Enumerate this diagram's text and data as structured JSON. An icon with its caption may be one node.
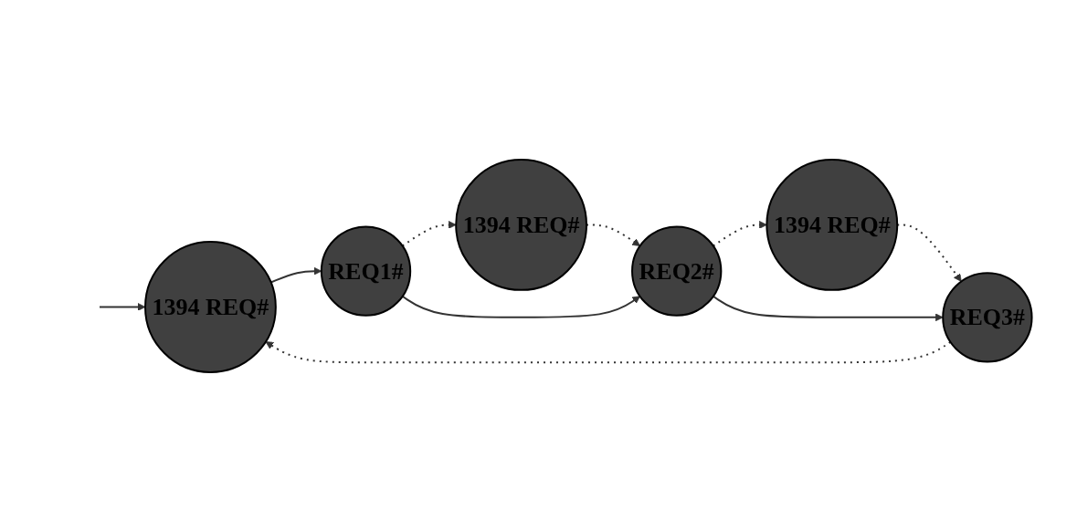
{
  "diagram": {
    "nodes": [
      {
        "text": [
          "1394 REQ#"
        ]
      },
      {
        "text": [
          "REQ1#"
        ]
      },
      {
        "text": [
          "1394 REQ#"
        ]
      },
      {
        "text": [
          "REQ2#"
        ]
      },
      {
        "text": [
          "1394 REQ#"
        ]
      },
      {
        "text": [
          "REQ3#"
        ]
      }
    ],
    "edges": [
      {
        "from": null,
        "to": 0,
        "arrow": "to"
      },
      {
        "from": 0,
        "to": 1,
        "arrow": "to"
      },
      {
        "from": 1,
        "to": 2,
        "arrow": "to",
        "style": "dashed"
      },
      {
        "from": 2,
        "to": 3,
        "arrow": "to",
        "style": "dashed"
      },
      {
        "from": 1,
        "to": 3,
        "arrow": "to"
      },
      {
        "from": 3,
        "to": 4,
        "arrow": "to",
        "style": "dashed"
      },
      {
        "from": 4,
        "to": 5,
        "arrow": "to",
        "style": "dashed"
      },
      {
        "from": 3,
        "to": 5,
        "arrow": "to"
      },
      {
        "from": 5,
        "to": 0,
        "arrow": "to",
        "style": "dashed"
      }
    ]
  }
}
